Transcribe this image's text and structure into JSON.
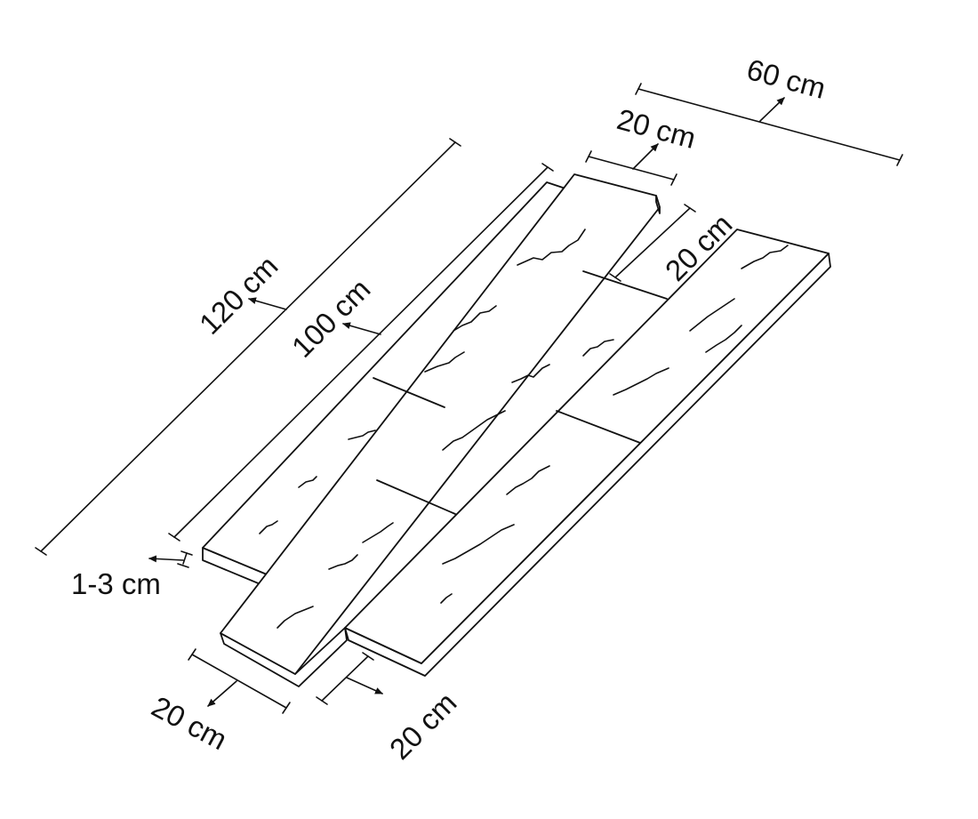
{
  "labels": {
    "total_width": "60 cm",
    "top_plank_width": "20 cm",
    "right_offset": "20 cm",
    "total_length": "120 cm",
    "plank_length": "100 cm",
    "thickness": "1-3 cm",
    "bottom_left_width": "20 cm",
    "bottom_right_width": "20 cm"
  },
  "colors": {
    "stroke": "#111111",
    "fill": "#ffffff"
  }
}
